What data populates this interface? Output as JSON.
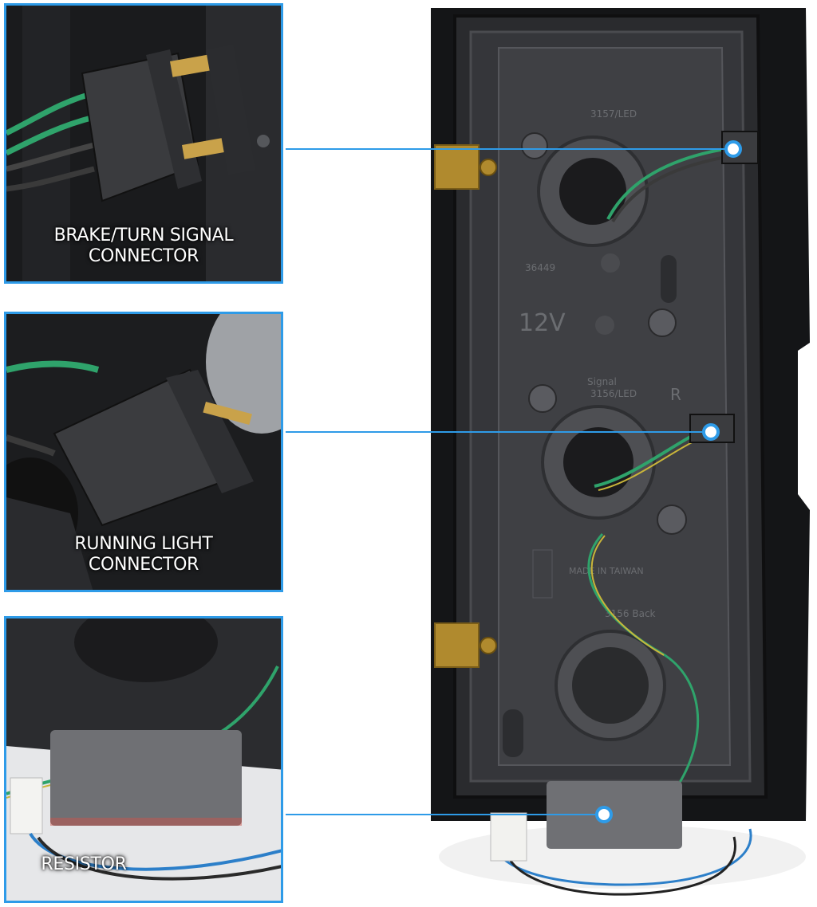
{
  "callouts": [
    {
      "label_line1": "BRAKE/TURN SIGNAL",
      "label_line2": "CONNECTOR"
    },
    {
      "label_line1": "RUNNING LIGHT",
      "label_line2": "CONNECTOR"
    },
    {
      "label_line1": "RESISTOR",
      "label_line2": ""
    }
  ],
  "lamp_markings": {
    "bulb_top": "3157/LED",
    "part_number": "36449",
    "voltage": "12V",
    "bulb_middle_line1": "Signal",
    "bulb_middle_line2": "3156/LED",
    "side": "R",
    "origin": "MADE IN TAIWAN",
    "bulb_bottom": "3156 Back"
  },
  "colors": {
    "accent": "#2e9be8",
    "housing": "#2a2b2e",
    "wire_green": "#2fa36b",
    "wire_blue": "#2c7fc9"
  }
}
